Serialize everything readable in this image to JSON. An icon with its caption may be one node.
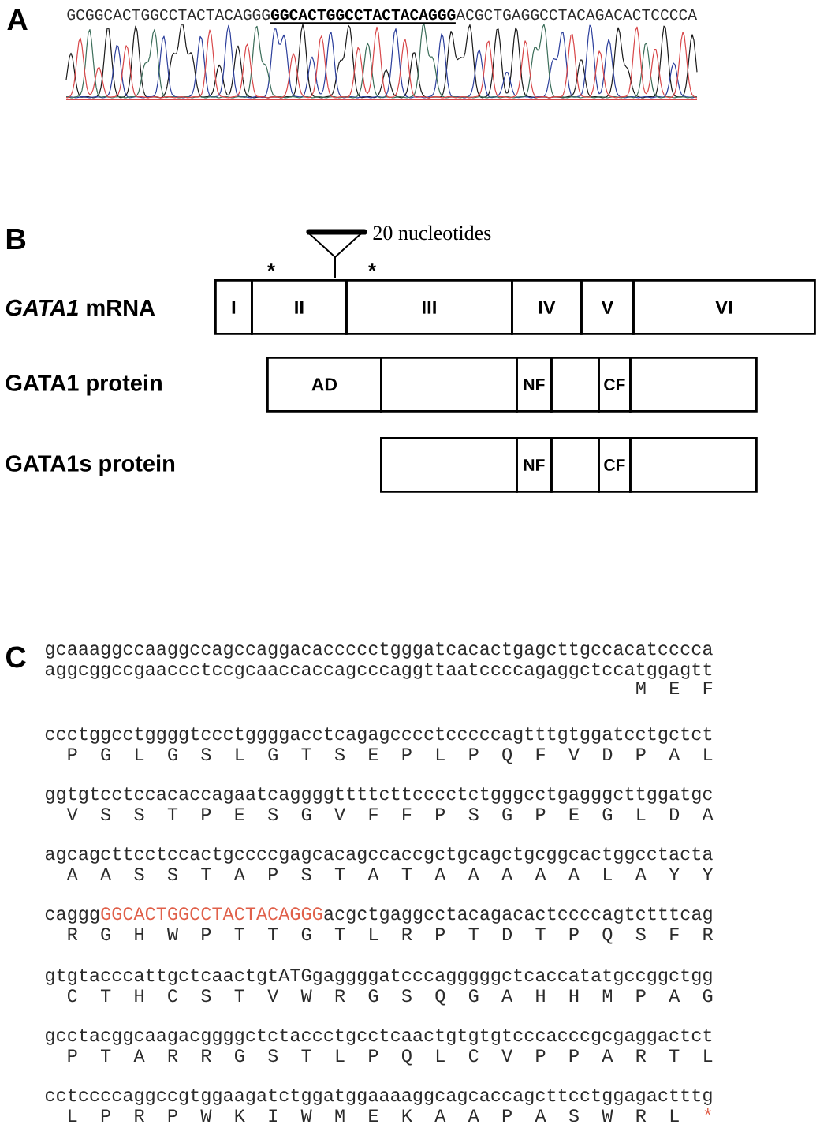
{
  "diagram": {
    "nodes": [
      {
        "text": [
          "I"
        ]
      },
      {
        "text": [
          "II"
        ]
      },
      {
        "text": [
          "III"
        ]
      },
      {
        "text": [
          "IV"
        ]
      },
      {
        "text": [
          "V"
        ]
      },
      {
        "text": [
          "VI"
        ]
      },
      {
        "text": [
          "AD"
        ]
      },
      {
        "text": [],
        "shape": "box"
      },
      {
        "text": [
          "NF"
        ]
      },
      {
        "text": [],
        "shape": "box"
      },
      {
        "text": [
          "CF"
        ]
      },
      {
        "text": [],
        "shape": "box"
      },
      {
        "text": [],
        "shape": "box"
      },
      {
        "text": [
          "NF"
        ]
      },
      {
        "text": [],
        "shape": "box"
      },
      {
        "text": [
          "CF"
        ]
      },
      {
        "text": [],
        "shape": "box"
      }
    ],
    "labels": [
      "A",
      "GCGGCACTGGCCTACTACAGGG",
      "GGCACTGGCCTACTACAGGG",
      "ACGCTGAGGCCTACAGACACTCCCCA",
      "B",
      "20 nucleotides",
      "*",
      "*",
      "*GATA1* mRNA",
      "GATA1 protein",
      "GATA1s protein",
      "C",
      "gcaaaggccaaggccagccaggacaccccctgggatcacactgagcttgccacatcccca",
      "aggcggccgaaccctccgcaaccaccagcccaggttaatccccagaggctccatggagtt",
      "M E F",
      "ccctggcctggggtccctggggacctcagagcccctcccccagtttgtggatcctgctct",
      "P G L G S L G T S E P L P Q F V D P A L",
      "ggtgtcctccacaccagaatcaggggttttcttcccctctgggcctgagggcttggatgc",
      "V S S T P E S G V F F P S G P E G L D A",
      "agcagcttcctccactgccccgagcacagccaccgctgcagctgcggcactggcctacta",
      "A A S S T A P S T A T A A A A A L A Y Y",
      "caggg",
      "GGCACTGGCCTACTACAGGG",
      "acgctgaggcctacagacactccccagtctttcag",
      "R G H W P T T G T L R P T D T P Q S F R",
      "gtgtacccattgctcaactgtATGgaggggatcccagggggctcaccatatgccggctgg",
      "C T H C S T V W R G S Q G A H H M P A G",
      "gcctacggcaagacggggctctaccctgcctcaactgtgtgtcccacccgcgaggactct",
      "P T A R R G S T L P Q L C V P P A R T L",
      "cctccccaggccgtggaagatctggatggaaaaggcagcaccagcttcctggagactttg",
      "L P R P W K I W M E K A A P A S W R L",
      "*"
    ]
  }
}
